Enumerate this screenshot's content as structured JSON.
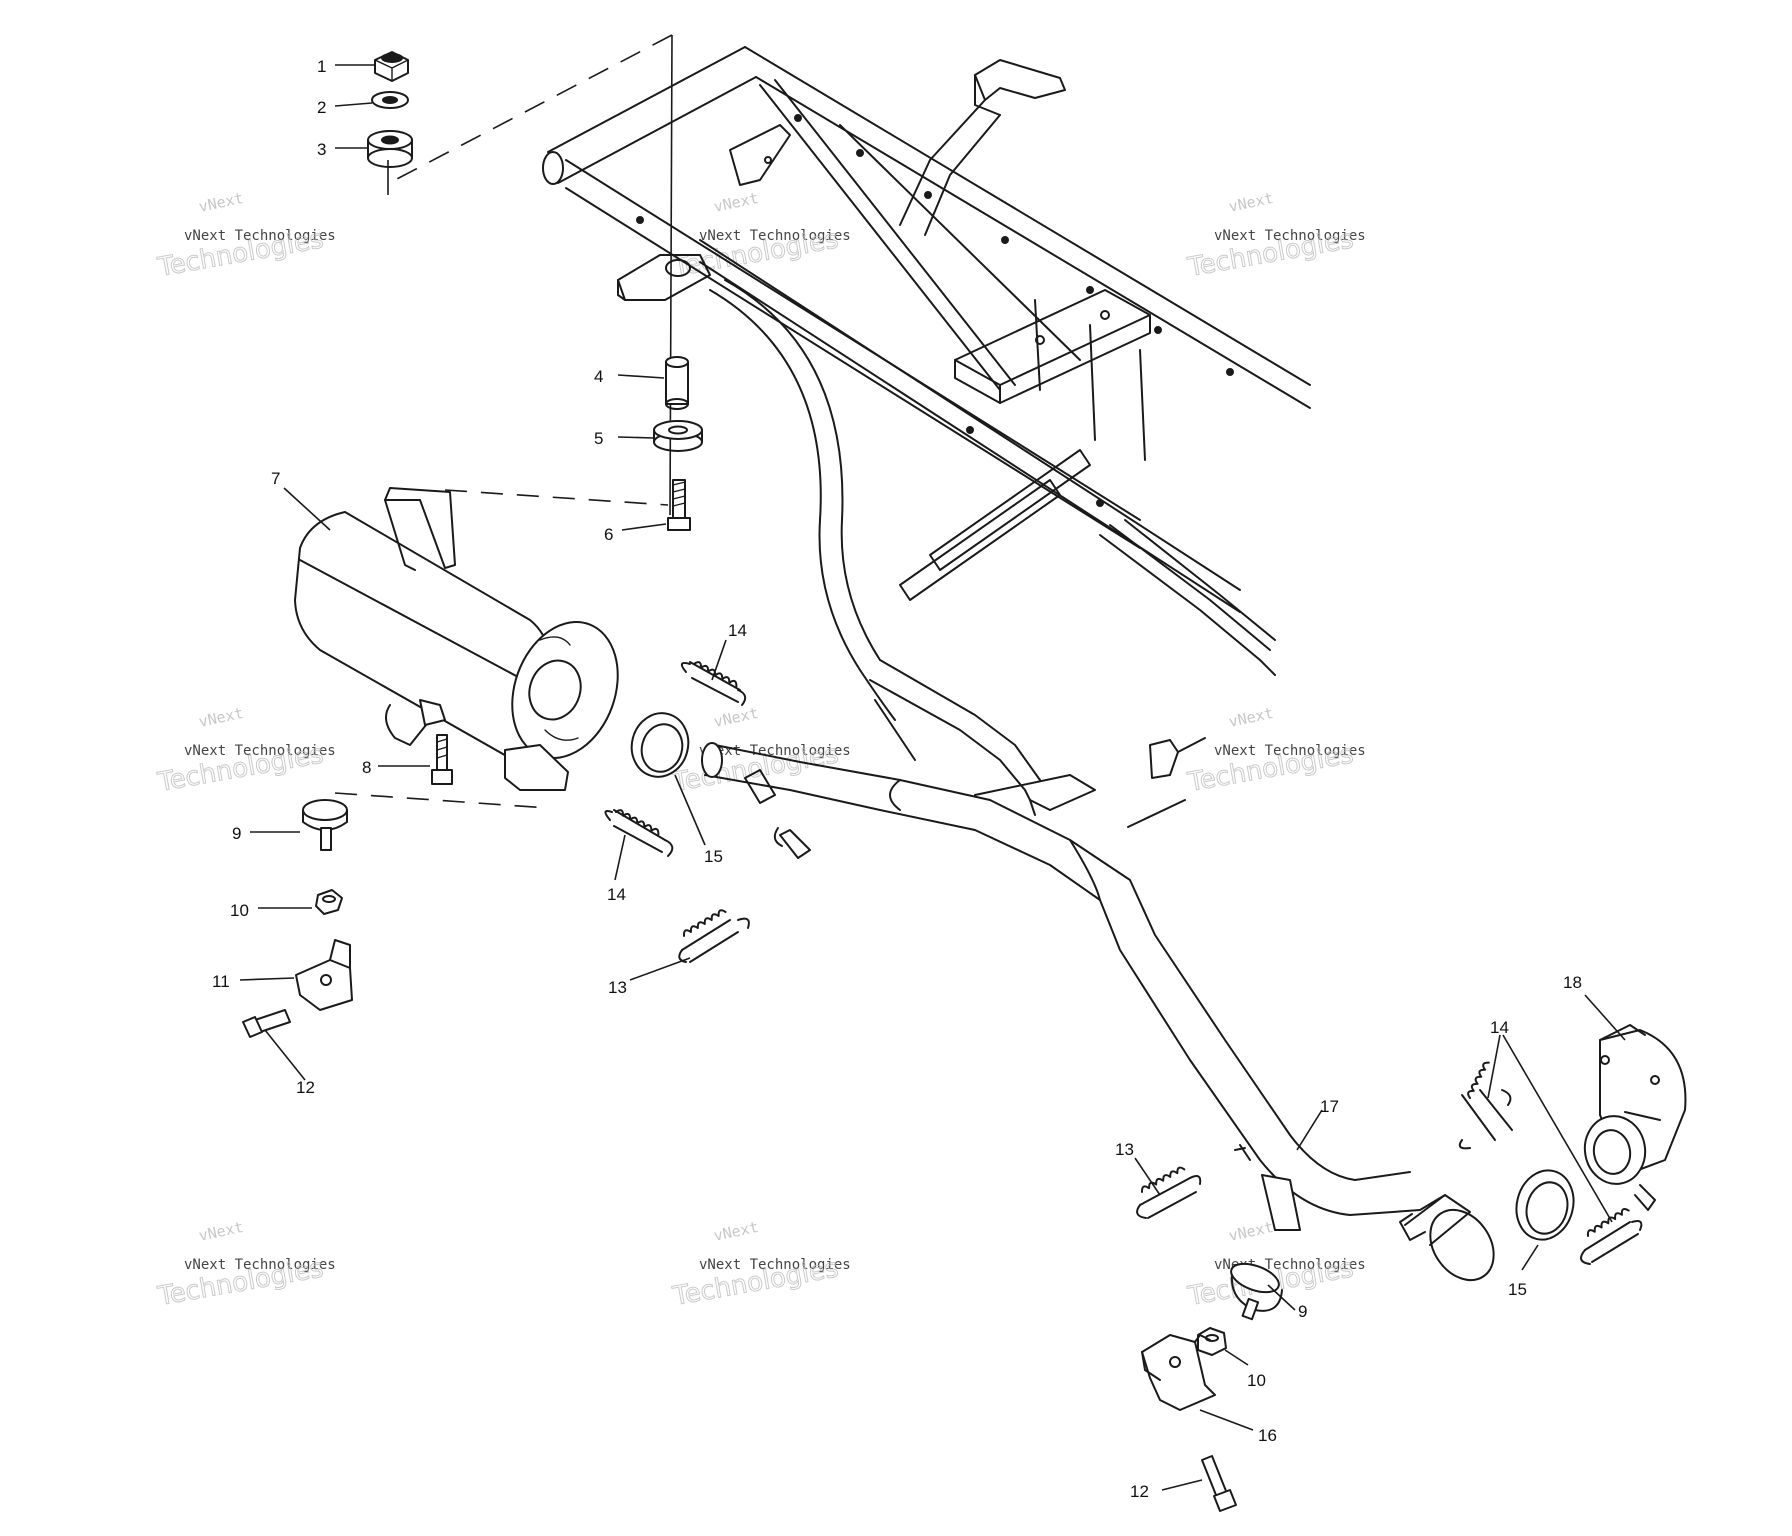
{
  "watermark": {
    "line1": "vNext",
    "line2": "vNext Technologies",
    "line3": "Technologies"
  },
  "callouts": [
    {
      "id": "c1",
      "label": "1"
    },
    {
      "id": "c2",
      "label": "2"
    },
    {
      "id": "c3",
      "label": "3"
    },
    {
      "id": "c4",
      "label": "4"
    },
    {
      "id": "c5",
      "label": "5"
    },
    {
      "id": "c6",
      "label": "6"
    },
    {
      "id": "c7",
      "label": "7"
    },
    {
      "id": "c8",
      "label": "8"
    },
    {
      "id": "c9a",
      "label": "9"
    },
    {
      "id": "c10a",
      "label": "10"
    },
    {
      "id": "c11",
      "label": "11"
    },
    {
      "id": "c12a",
      "label": "12"
    },
    {
      "id": "c13a",
      "label": "13"
    },
    {
      "id": "c14a",
      "label": "14"
    },
    {
      "id": "c14b",
      "label": "14"
    },
    {
      "id": "c15a",
      "label": "15"
    },
    {
      "id": "c13b",
      "label": "13"
    },
    {
      "id": "c17",
      "label": "17"
    },
    {
      "id": "c14c",
      "label": "14"
    },
    {
      "id": "c18",
      "label": "18"
    },
    {
      "id": "c15b",
      "label": "15"
    },
    {
      "id": "c9b",
      "label": "9"
    },
    {
      "id": "c10b",
      "label": "10"
    },
    {
      "id": "c16",
      "label": "16"
    },
    {
      "id": "c12b",
      "label": "12"
    }
  ]
}
